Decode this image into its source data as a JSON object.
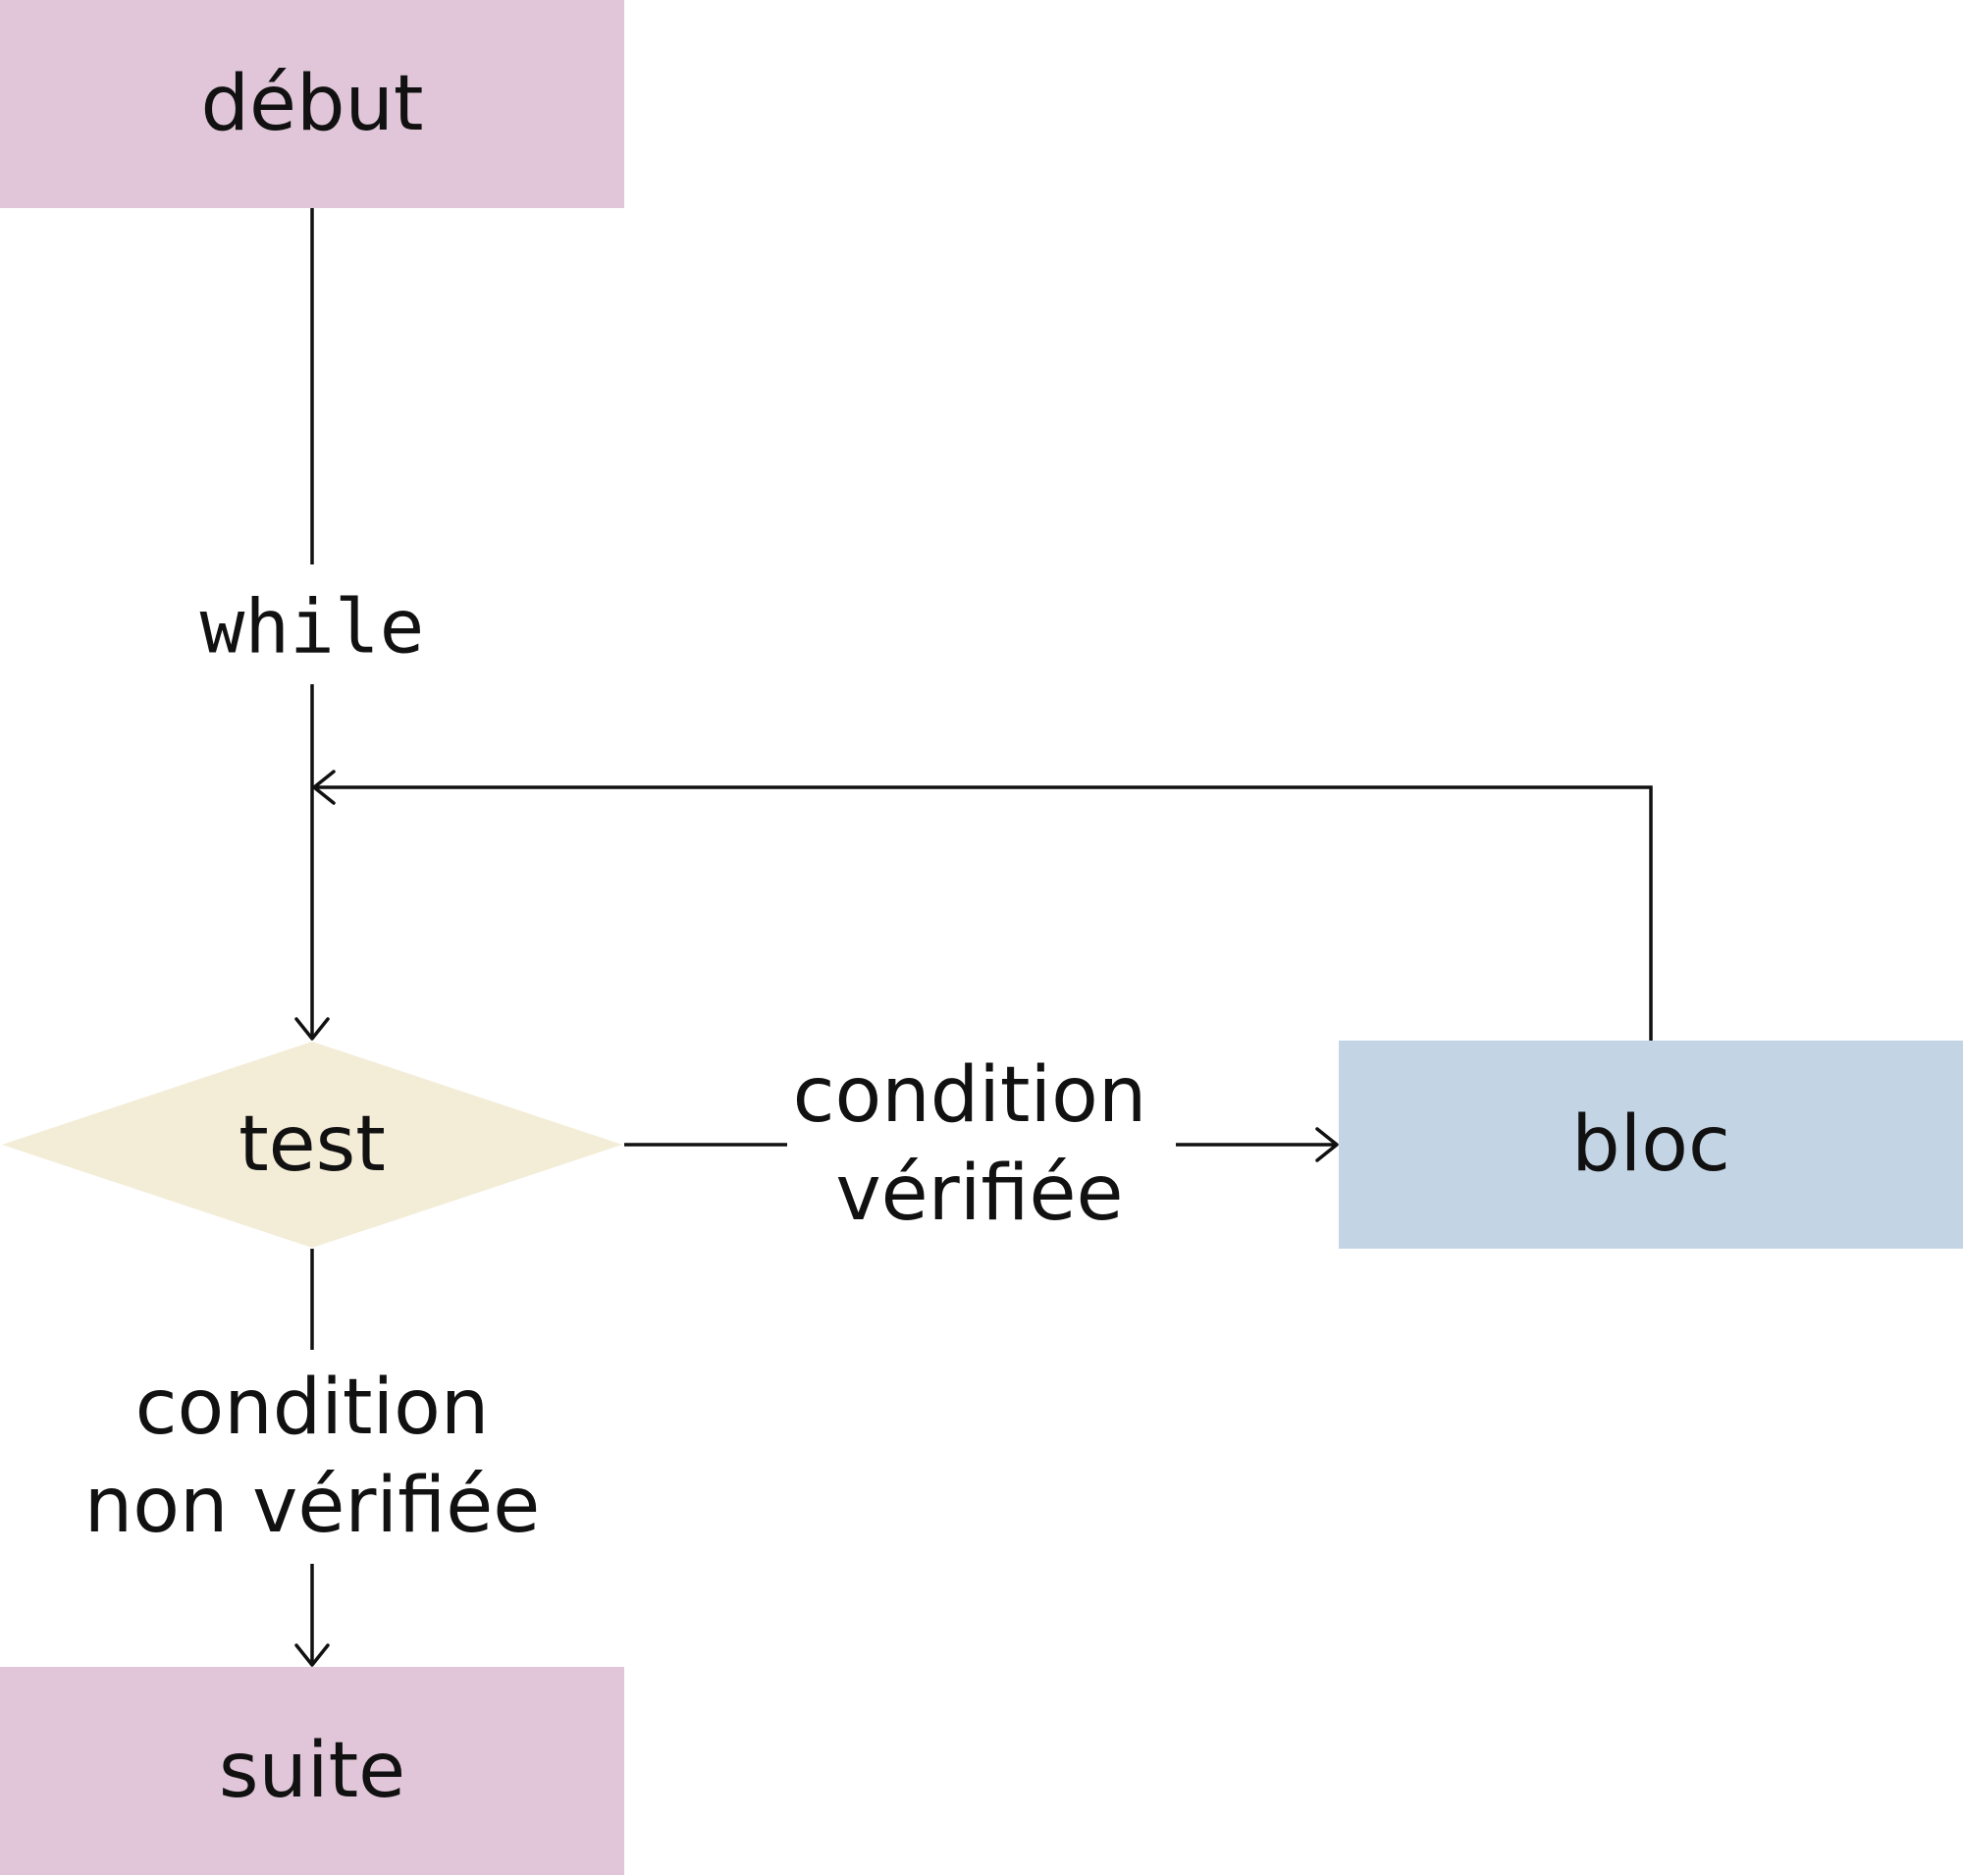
{
  "nodes": {
    "start": {
      "label": "début",
      "shape": "rectangle",
      "color": "#e0c6d8"
    },
    "test": {
      "label": "test",
      "shape": "diamond",
      "color": "#f3ecd6"
    },
    "block": {
      "label": "bloc",
      "shape": "rectangle",
      "color": "#c3d4e4"
    },
    "next": {
      "label": "suite",
      "shape": "rectangle",
      "color": "#e0c6d8"
    }
  },
  "edges": {
    "start_to_test": {
      "label": "while"
    },
    "test_to_block": {
      "label_line1": "condition",
      "label_line2": "vérifiée"
    },
    "test_to_next": {
      "label_line1": "condition",
      "label_line2": "non vérifiée"
    },
    "block_to_test": {
      "label": ""
    }
  },
  "colors": {
    "line": "#111111",
    "background": "#ffffff"
  }
}
